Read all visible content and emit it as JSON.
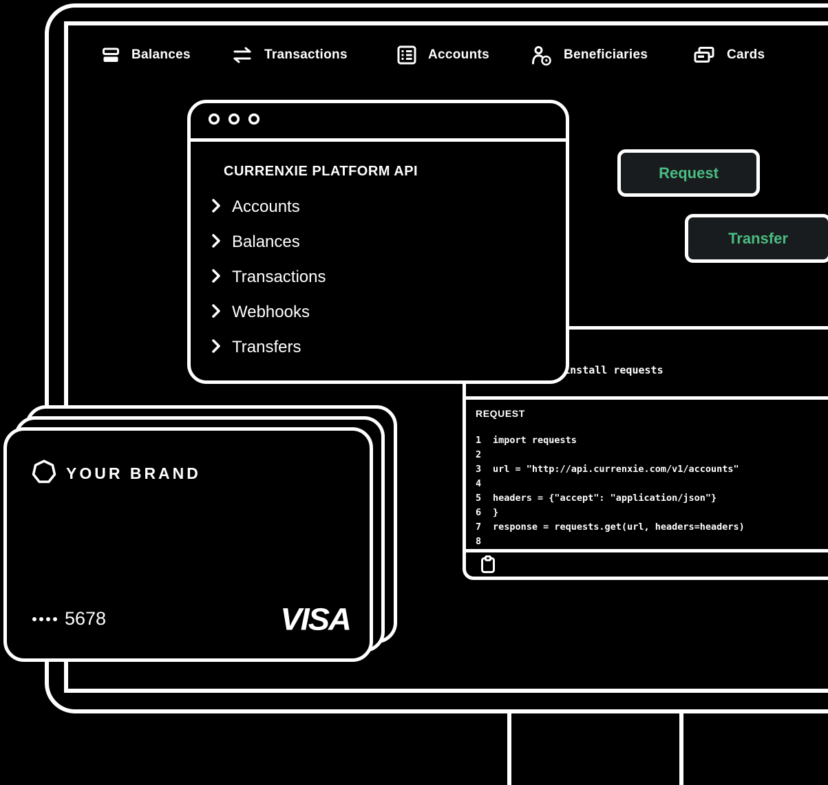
{
  "colors": {
    "background": "#000000",
    "stroke": "#ffffff",
    "accent_green": "#4abc82",
    "button_fill": "#191c1e"
  },
  "nav": {
    "items": [
      {
        "label": "Balances",
        "icon": "balances-icon"
      },
      {
        "label": "Transactions",
        "icon": "transactions-icon"
      },
      {
        "label": "Accounts",
        "icon": "accounts-icon"
      },
      {
        "label": "Beneficiaries",
        "icon": "beneficiaries-icon"
      },
      {
        "label": "Cards",
        "icon": "cards-icon"
      }
    ]
  },
  "api_window": {
    "title": "CURRENXIE PLATFORM API",
    "items": [
      {
        "label": "Accounts"
      },
      {
        "label": "Balances"
      },
      {
        "label": "Transactions"
      },
      {
        "label": "Webhooks"
      },
      {
        "label": "Transfers"
      }
    ]
  },
  "buttons": {
    "request_label": "Request",
    "transfer_label": "Transfer"
  },
  "code_window": {
    "terminal_line": "pip install requests",
    "section_label": "REQUEST",
    "lines": [
      {
        "num": "1",
        "code": "import requests"
      },
      {
        "num": "2",
        "code": ""
      },
      {
        "num": "3",
        "code": "url = \"http://api.currenxie.com/v1/accounts\""
      },
      {
        "num": "4",
        "code": ""
      },
      {
        "num": "5",
        "code": "headers = {\"accept\": \"application/json\"}"
      },
      {
        "num": "6",
        "code": "}"
      },
      {
        "num": "7",
        "code": "response = requests.get(url, headers=headers)"
      },
      {
        "num": "8",
        "code": ""
      }
    ]
  },
  "card": {
    "brand_label": "YOUR BRAND",
    "masked_digits": "5678",
    "network": "VISA"
  }
}
